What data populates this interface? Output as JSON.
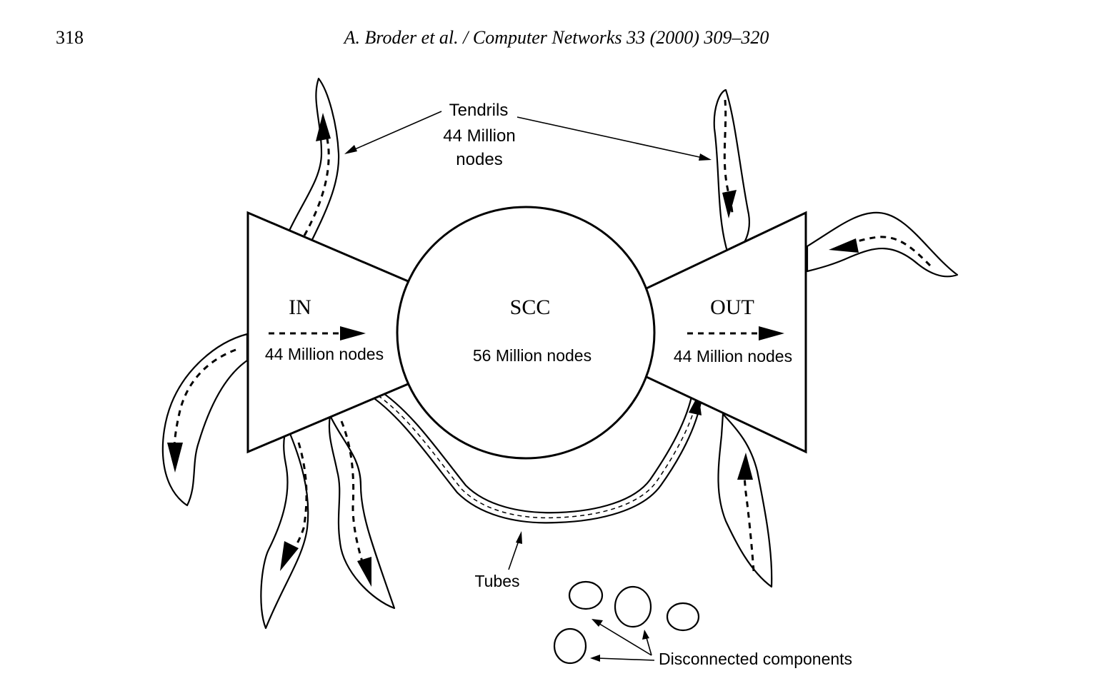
{
  "header": {
    "page_number": "318",
    "running_head": "A. Broder et al. / Computer Networks 33 (2000) 309–320"
  },
  "diagram": {
    "in": {
      "title": "IN",
      "nodes": "44 Million nodes"
    },
    "scc": {
      "title": "SCC",
      "nodes": "56 Million nodes"
    },
    "out": {
      "title": "OUT",
      "nodes": "44 Million nodes"
    },
    "tendrils": {
      "line1": "Tendrils",
      "line2": "44 Million",
      "line3": "nodes"
    },
    "tubes": {
      "label": "Tubes"
    },
    "disconnected": {
      "label": "Disconnected components"
    }
  }
}
